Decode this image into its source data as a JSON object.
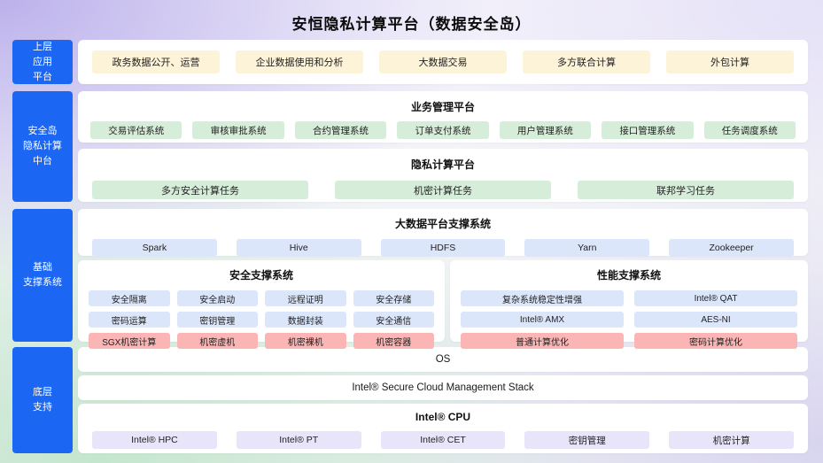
{
  "title": "安恒隐私计算平台（数据安全岛）",
  "sidebar": {
    "items": [
      {
        "label": "上层\n应用\n平台"
      },
      {
        "label": "安全岛\n隐私计算\n中台"
      },
      {
        "label": "基础\n支撑系统"
      },
      {
        "label": "底层\n支持"
      }
    ]
  },
  "app_layer": {
    "boxes": [
      "政务数据公开、运营",
      "企业数据使用和分析",
      "大数据交易",
      "多方联合计算",
      "外包计算"
    ]
  },
  "business_platform": {
    "title": "业务管理平台",
    "boxes": [
      "交易评估系统",
      "审核审批系统",
      "合约管理系统",
      "订单支付系统",
      "用户管理系统",
      "接口管理系统",
      "任务调度系统"
    ]
  },
  "privacy_platform": {
    "title": "隐私计算平台",
    "boxes": [
      "多方安全计算任务",
      "机密计算任务",
      "联邦学习任务"
    ]
  },
  "bigdata_platform": {
    "title": "大数据平台支撑系统",
    "boxes": [
      "Spark",
      "Hive",
      "HDFS",
      "Yarn",
      "Zookeeper"
    ]
  },
  "security_support": {
    "title": "安全支撑系统",
    "rows": [
      [
        "安全隔离",
        "安全启动",
        "远程证明",
        "安全存储"
      ],
      [
        "密码运算",
        "密钥管理",
        "数据封装",
        "安全通信"
      ],
      [
        "SGX机密计算",
        "机密虚机",
        "机密裸机",
        "机密容器"
      ]
    ]
  },
  "performance_support": {
    "title": "性能支撑系统",
    "rows": [
      [
        "复杂系统稳定性增强",
        "Intel® QAT"
      ],
      [
        "Intel® AMX",
        "AES-NI"
      ],
      [
        "普通计算优化",
        "密码计算优化"
      ]
    ]
  },
  "os_layer": {
    "label": "OS"
  },
  "management_stack": {
    "label": "Intel® Secure Cloud Management Stack"
  },
  "cpu_layer": {
    "title": "Intel® CPU",
    "boxes": [
      "Intel® HPC",
      "Intel® PT",
      "Intel® CET",
      "密钥管理",
      "机密计算"
    ]
  },
  "colors": {
    "sidebar_blue": "#1b66f3",
    "panel_white": "#ffffff",
    "cream": "#fdf3d8",
    "green": "#d6edd9",
    "light_blue": "#dce6fb",
    "pink": "#fbb5b5",
    "lavender": "#e8e4f9"
  }
}
